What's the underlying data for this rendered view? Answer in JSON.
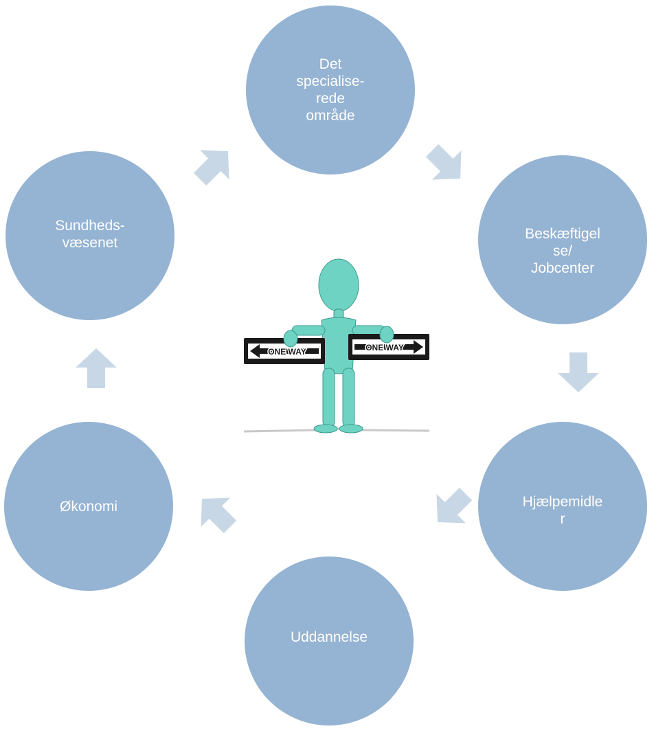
{
  "theme": {
    "node_color": "#95B3D2",
    "arrow_color": "#C8D7E6",
    "text_color": "#FFFFFF",
    "figure_color": "#6FD3C4",
    "sign_color": "#1A1A1A"
  },
  "nodes": [
    {
      "id": "specialised",
      "label": "Det\nspecialise-\nrede\nområde"
    },
    {
      "id": "employment",
      "label": "Beskæftigel\nse/\nJobcenter"
    },
    {
      "id": "aids",
      "label": "Hjælpemidle\nr"
    },
    {
      "id": "education",
      "label": "Uddannelse"
    },
    {
      "id": "economy",
      "label": "Økonomi"
    },
    {
      "id": "health",
      "label": "Sundheds-\nvæsenet"
    }
  ],
  "center": {
    "icon": "one-way-stick-figure",
    "sign_left_text": "ONE WAY",
    "sign_right_text": "ONE WAY"
  }
}
